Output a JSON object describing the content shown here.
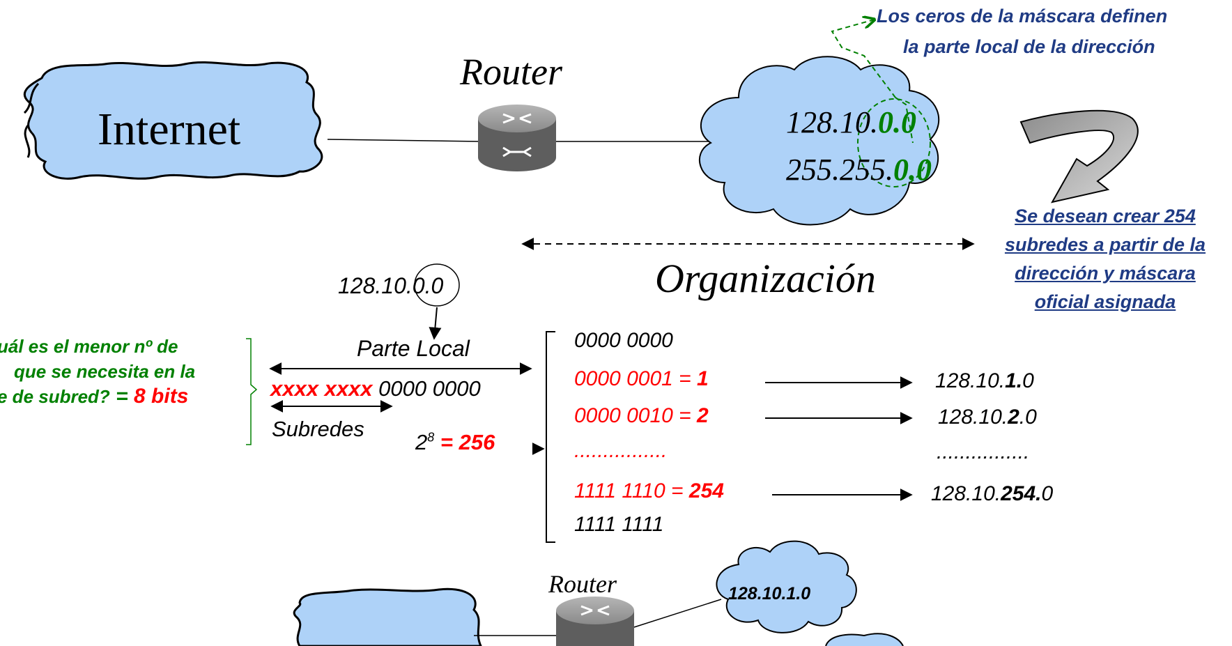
{
  "top": {
    "internet_label": "Internet",
    "router_label": "Router",
    "org_addr_prefix": "128.10.",
    "org_addr_suffix": "0.0",
    "org_mask_prefix": "255.255.",
    "org_mask_suffix": "0.0",
    "org_label": "Organización"
  },
  "notes": {
    "zeros_line1": "Los ceros de la máscara definen",
    "zeros_line2": "la parte local de la dirección",
    "goal_line1": "Se desean crear 254",
    "goal_line2": "subredes a partir de la",
    "goal_line3": "dirección y máscara",
    "goal_line4": "oficial asignada"
  },
  "question": {
    "line1": "uál es el menor nº de",
    "line2": "que se necesita en la",
    "line3": "e de subred?",
    "eq": " = ",
    "answer": "8 bits"
  },
  "local": {
    "addr_prefix": "128.10.",
    "addr_circled": "0.0",
    "parte_local": "Parte Local",
    "subnet_bits": "xxxx xxxx",
    "host_bits": "0000 0000",
    "subredes": "Subredes",
    "power_base": "2",
    "power_exp": "8",
    "power_eq": " = ",
    "power_result": "256"
  },
  "table": {
    "rows": [
      {
        "bits": "0000 0000",
        "eq": "",
        "value": "",
        "addr_prefix": "",
        "addr_bold": "",
        "addr_suffix": ""
      },
      {
        "bits": "0000 0001",
        "eq": " = ",
        "value": "1",
        "addr_prefix": "128.10.",
        "addr_bold": "1.",
        "addr_suffix": "0"
      },
      {
        "bits": "0000 0010",
        "eq": " = ",
        "value": "2",
        "addr_prefix": "128.10.",
        "addr_bold": "2",
        "addr_suffix": ".0"
      },
      {
        "bits": "................",
        "eq": "",
        "value": "",
        "addr_prefix": "................",
        "addr_bold": "",
        "addr_suffix": ""
      },
      {
        "bits": "1111 1110",
        "eq": " = ",
        "value": "254",
        "addr_prefix": "128.10.",
        "addr_bold": "254.",
        "addr_suffix": "0"
      },
      {
        "bits": "1111 1111",
        "eq": "",
        "value": "",
        "addr_prefix": "",
        "addr_bold": "",
        "addr_suffix": ""
      }
    ]
  },
  "bottom": {
    "router_label": "Router",
    "subnet_label": "128.10.1.0"
  },
  "colors": {
    "cloud_fill": "#aed2f8",
    "router_gray": "#707070",
    "accent_red": "#ff0000",
    "accent_green": "#008000",
    "note_navy": "#1f3b84"
  }
}
